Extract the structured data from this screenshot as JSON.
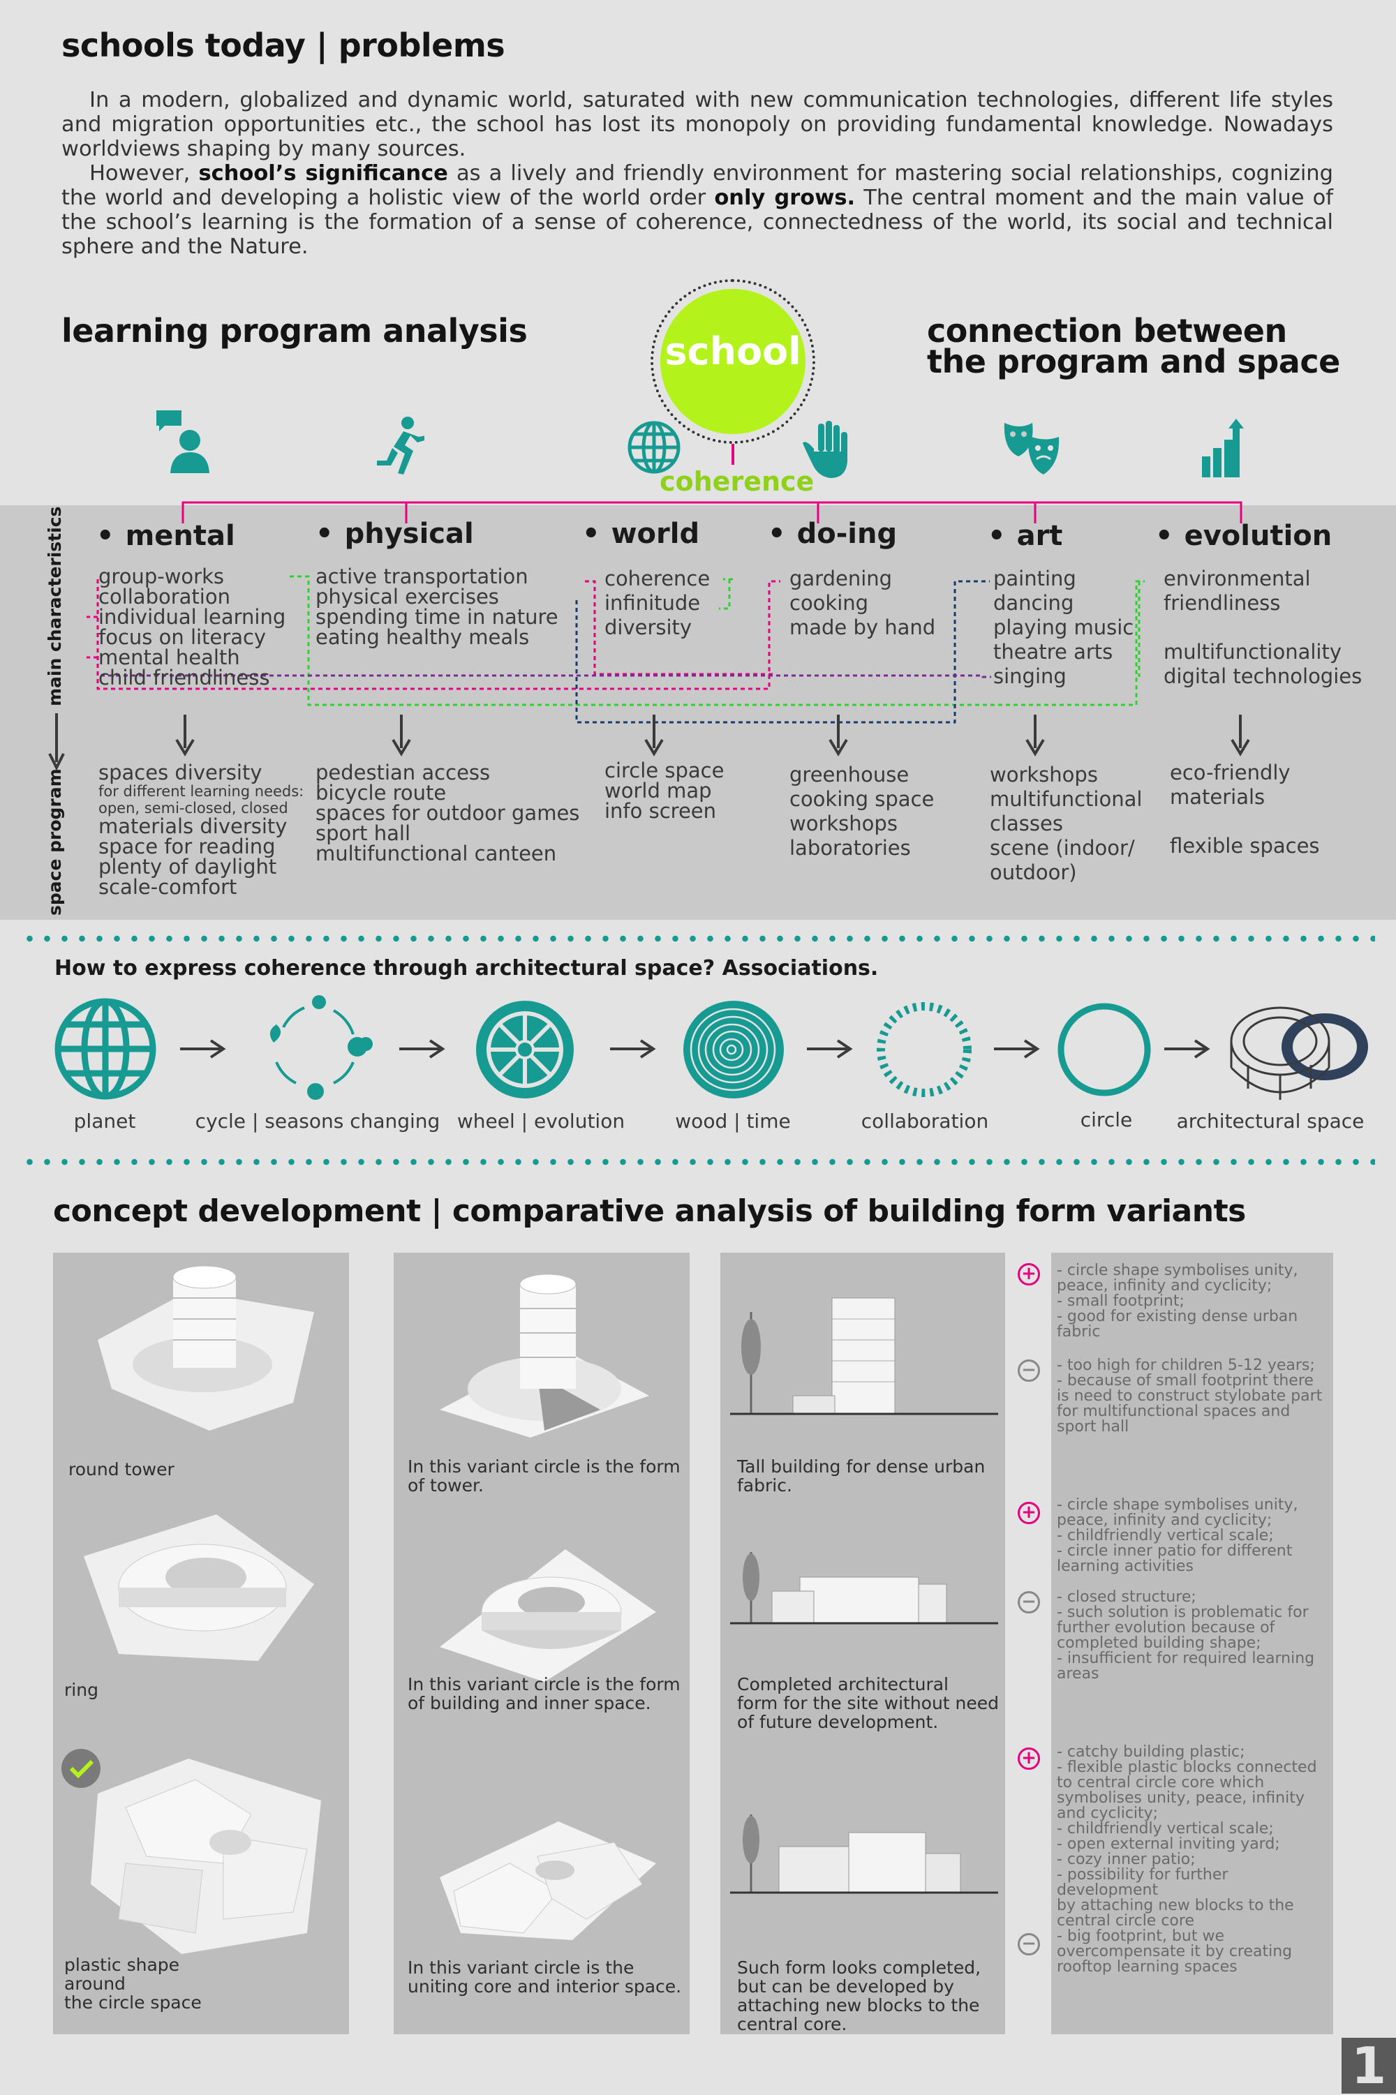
{
  "header": {
    "title": "schools today | problems"
  },
  "intro": {
    "p1": "In a modern, globalized and dynamic world, saturated with new communication technologies, different life styles and migration opportunities etc., the school has lost its monopoly on providing fundamental knowledge. Nowadays worldviews shaping by many sources.",
    "p2_a": "However, ",
    "p2_b": "school’s significance",
    "p2_c": " as a lively and friendly environment for mastering social relationships, cognizing the world and developing a holistic view of the world order ",
    "p2_d": "only grows.",
    "p2_e": " The central moment and the main value of the school’s learning is the formation of a sense of coherence, connectedness of the world, its social and technical sphere and the Nature."
  },
  "analysis": {
    "left_title": "learning program analysis",
    "right_title_1": "connection between",
    "right_title_2": "the program and space",
    "center_label": "school",
    "center_sub": "coherence",
    "side_main": "main characteristics",
    "side_space": "space program",
    "colors": {
      "lime": "#b3f21a",
      "magenta": "#e6007e",
      "teal": "#169a92",
      "green": "#2ed12e",
      "navy": "#1a3a6e",
      "purple": "#7a2c92"
    },
    "icons": [
      "speech-person-icon",
      "runner-icon",
      "globe-icon",
      "hand-icon",
      "theatre-masks-icon",
      "growth-chart-icon"
    ],
    "categories": [
      {
        "name": "mental",
        "items": [
          "group-works",
          "collaboration",
          "individual learning",
          "focus on literacy",
          "mental health",
          "child friendliness"
        ],
        "spaces": [
          "spaces diversity",
          "for different learning needs:",
          "open, semi-closed, closed",
          "materials diversity",
          "space for reading",
          "plenty of daylight",
          "scale-comfort"
        ]
      },
      {
        "name": "physical",
        "items": [
          "active transportation",
          "physical exercises",
          "spending time in nature",
          "eating healthy meals"
        ],
        "spaces": [
          "pedestian access",
          "bicycle route",
          "spaces for outdoor games",
          "sport hall",
          "multifunctional canteen"
        ]
      },
      {
        "name": "world",
        "items": [
          "coherence",
          "infinitude",
          "diversity"
        ],
        "spaces": [
          "circle space",
          "world map",
          "info screen"
        ]
      },
      {
        "name": "do-ing",
        "items": [
          "gardening",
          "cooking",
          "made by hand"
        ],
        "spaces": [
          "greenhouse",
          "cooking space",
          "workshops",
          "laboratories"
        ]
      },
      {
        "name": "art",
        "items": [
          "painting",
          "dancing",
          "playing music",
          "theatre arts",
          "singing"
        ],
        "spaces": [
          "workshops",
          "multifunctional",
          "classes",
          "scene (indoor/",
          "outdoor)"
        ]
      },
      {
        "name": "evolution",
        "items": [
          "environmental",
          "friendliness",
          "",
          "multifunctionality",
          "digital technologies"
        ],
        "spaces": [
          "eco-friendly",
          "materials",
          "",
          "flexible spaces"
        ]
      }
    ]
  },
  "associations": {
    "question": "How to express coherence through architectural space? Associations.",
    "items": [
      "planet",
      "cycle | seasons changing",
      "wheel | evolution",
      "wood | time",
      "collaboration",
      "circle",
      "architectural space"
    ]
  },
  "concept": {
    "title": "concept development | comparative analysis of building form variants",
    "labels": [
      "round tower",
      "ring",
      "plastic shape\naround\nthe circle space"
    ],
    "variant_texts": [
      "In this variant circle is the form\nof tower.",
      "In this variant circle is the form\nof building and inner space.",
      "In this variant circle is the\nuniting core and interior space."
    ],
    "elevation_texts": [
      "Tall building for dense urban\nfabric.",
      "Completed architectural\nform for the site without need\nof future development.",
      "Such form looks completed,\nbut can be developed by\nattaching new blocks to the\ncentral core."
    ],
    "pros_cons": [
      {
        "plus": "- circle shape symbolises unity,\npeace, infinity and cyclicity;\n  - small footprint;\n  - good for existing dense urban\nfabric",
        "minus": "- too high for children 5-12 years;\n- because of small footprint there\nis need to construct stylobate part\nfor multifunctional spaces and\nsport hall"
      },
      {
        "plus": "- circle shape symbolises unity,\npeace, infinity and cyclicity;\n- childfriendly vertical scale;\n- circle inner patio for different\nlearning activities",
        "minus": "- closed structure;\n- such solution is problematic for\nfurther evolution because of\ncompleted building shape;\n- insufficient for required learning\nareas"
      },
      {
        "plus": "- catchy building plastic;\n- flexible plastic blocks connected\nto central circle core which\nsymbolises unity, peace, infinity\nand cyclicity;\n- childfriendly vertical scale;\n- open external inviting yard;\n- cozy inner patio;\n- possibility for further development\nby attaching new blocks to the\ncentral circle core",
        "minus": "- big footprint, but we\novercompensate it by creating\nrooftop learning spaces"
      }
    ]
  },
  "page_number": "1"
}
